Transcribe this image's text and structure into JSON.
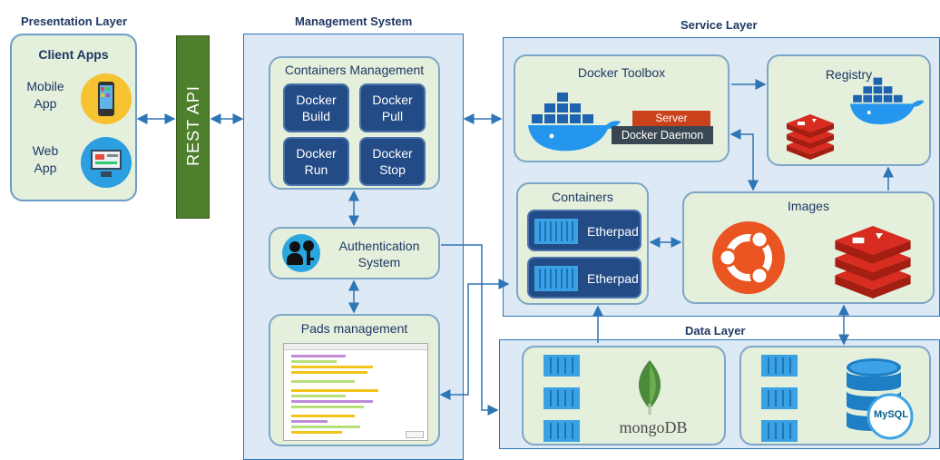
{
  "layers": {
    "presentation": "Presentation Layer",
    "management": "Management System",
    "service": "Service Layer",
    "data": "Data Layer"
  },
  "client_apps": {
    "title": "Client Apps",
    "mobile": "Mobile\nApp",
    "web": "Web\nApp"
  },
  "rest_api": "REST API",
  "containers_management": {
    "title": "Containers Management",
    "buttons": [
      "Docker\nBuild",
      "Docker\nPull",
      "Docker\nRun",
      "Docker\nStop"
    ]
  },
  "authentication": "Authentication\nSystem",
  "pads_management": "Pads management",
  "docker_toolbox": {
    "title": "Docker Toolbox",
    "server": "Server",
    "daemon": "Docker Daemon"
  },
  "registry": "Registry",
  "containers": {
    "title": "Containers",
    "items": [
      "Etherpad",
      "Etherpad"
    ]
  },
  "images": "Images",
  "databases": {
    "mongo": "mongoDB",
    "mysql": "MySQL"
  },
  "colors": {
    "layer_border": "#2e75b6",
    "layer_fill": "#dde9f5",
    "box_fill": "#e4efdc",
    "button_fill": "#234b85",
    "rest_api_fill": "#4e7f2c",
    "docker_blue": "#2496ed",
    "ubuntu_orange": "#e95420",
    "redis_red": "#c6302b",
    "mongo_green": "#4a8a3a",
    "server_red": "#c9421c"
  }
}
